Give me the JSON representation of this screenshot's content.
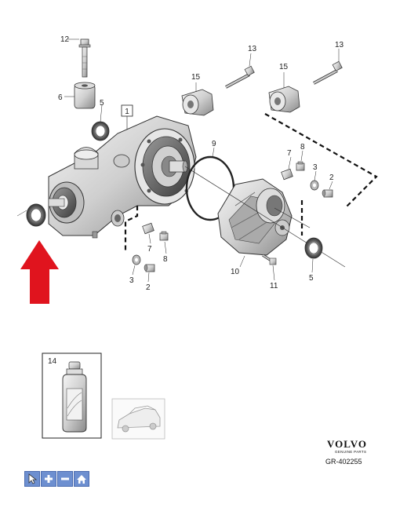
{
  "callouts": {
    "c12": "12",
    "c6": "6",
    "c5a": "5",
    "c1": "1",
    "c13a": "13",
    "c15a": "15",
    "c15b": "15",
    "c13b": "13",
    "c9": "9",
    "c7a": "7",
    "c8a": "8",
    "c3a": "3",
    "c2a": "2",
    "c7b": "7",
    "c8b": "8",
    "c3b": "3",
    "c2b": "2",
    "c10": "10",
    "c11": "11",
    "c5b": "5",
    "c14": "14"
  },
  "brand": {
    "logo": "VOLVO",
    "tagline": "GENUINE PARTS",
    "reference": "GR-402255"
  },
  "colors": {
    "arrow": "#e0141e",
    "toolbar": "#6d8fd0"
  },
  "toolbar": {
    "items": [
      "cursor-icon",
      "zoom-in-icon",
      "zoom-out-icon",
      "home-icon"
    ]
  }
}
